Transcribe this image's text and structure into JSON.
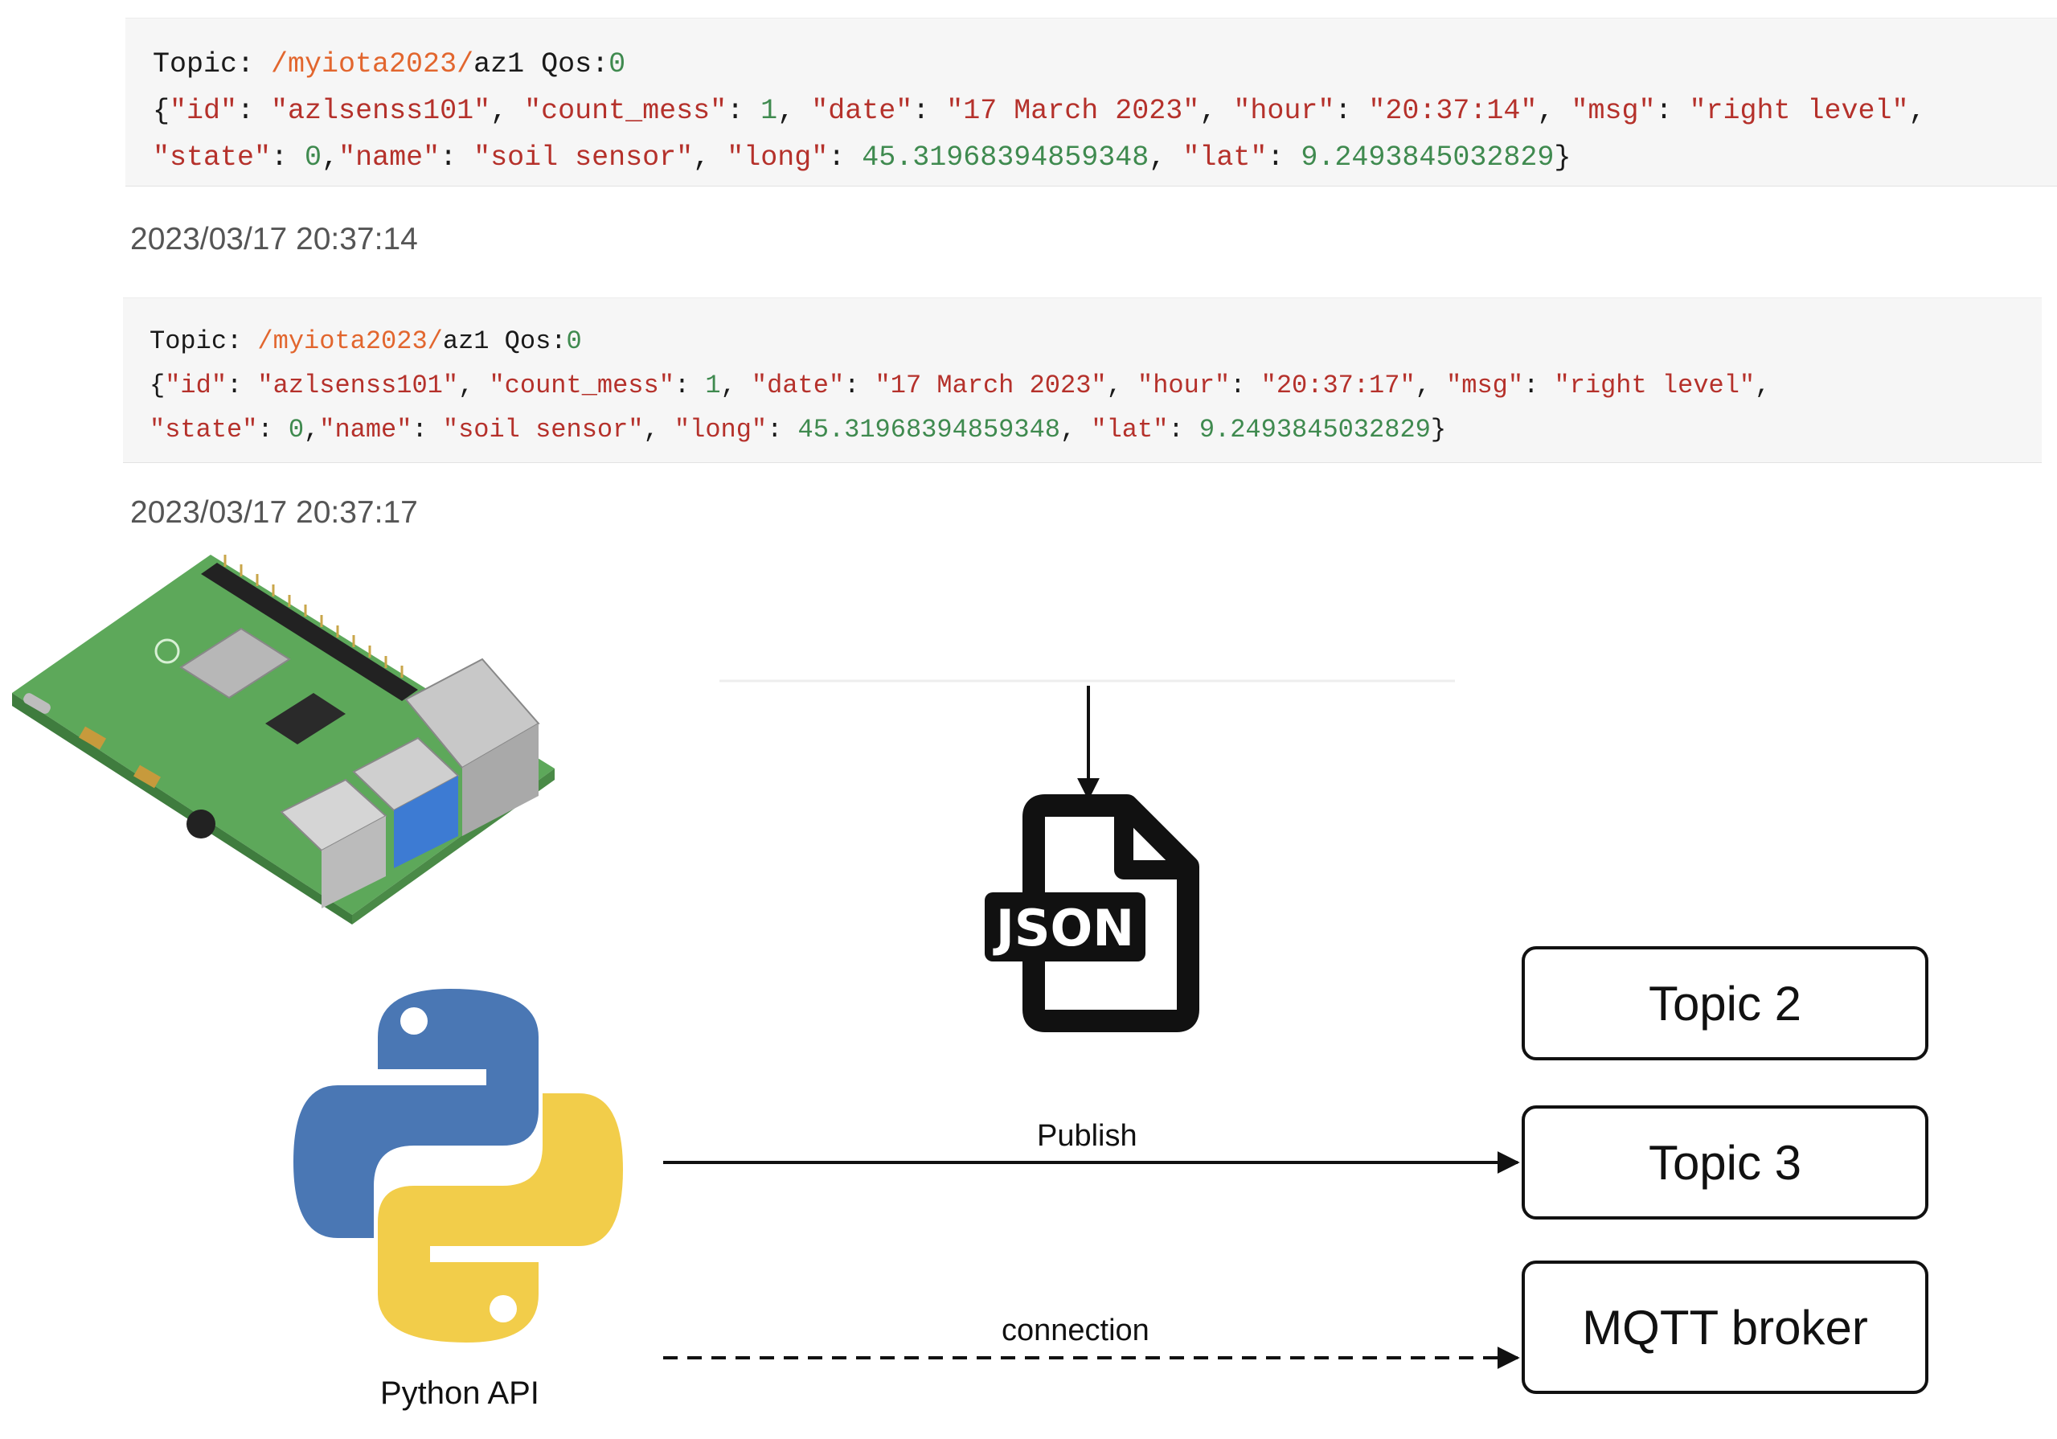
{
  "messages": [
    {
      "topic_label": "Topic: ",
      "topic_path": "/myiota2023/",
      "topic_name": "az1",
      "qos_label": " Qos:",
      "qos_value": "0",
      "line2": [
        {
          "t": "{",
          "c": "plain"
        },
        {
          "t": "\"id\"",
          "c": "str"
        },
        {
          "t": ": ",
          "c": "plain"
        },
        {
          "t": "\"azlsenss101\"",
          "c": "str"
        },
        {
          "t": ", ",
          "c": "plain"
        },
        {
          "t": "\"count_mess\"",
          "c": "str"
        },
        {
          "t": ": ",
          "c": "plain"
        },
        {
          "t": "1",
          "c": "num"
        },
        {
          "t": ", ",
          "c": "plain"
        },
        {
          "t": "\"date\"",
          "c": "str"
        },
        {
          "t": ": ",
          "c": "plain"
        },
        {
          "t": "\"17 March 2023\"",
          "c": "str"
        },
        {
          "t": ", ",
          "c": "plain"
        },
        {
          "t": "\"hour\"",
          "c": "str"
        },
        {
          "t": ": ",
          "c": "plain"
        },
        {
          "t": "\"20:37:14\"",
          "c": "str"
        },
        {
          "t": ", ",
          "c": "plain"
        },
        {
          "t": "\"msg\"",
          "c": "str"
        },
        {
          "t": ": ",
          "c": "plain"
        },
        {
          "t": "\"right level\"",
          "c": "str"
        },
        {
          "t": ",",
          "c": "plain"
        }
      ],
      "line3": [
        {
          "t": "\"state\"",
          "c": "str"
        },
        {
          "t": ": ",
          "c": "plain"
        },
        {
          "t": "0",
          "c": "num"
        },
        {
          "t": ",",
          "c": "plain"
        },
        {
          "t": "\"name\"",
          "c": "str"
        },
        {
          "t": ": ",
          "c": "plain"
        },
        {
          "t": "\"soil sensor\"",
          "c": "str"
        },
        {
          "t": ", ",
          "c": "plain"
        },
        {
          "t": "\"long\"",
          "c": "str"
        },
        {
          "t": ": ",
          "c": "plain"
        },
        {
          "t": "45.31968394859348",
          "c": "num"
        },
        {
          "t": ", ",
          "c": "plain"
        },
        {
          "t": "\"lat\"",
          "c": "str"
        },
        {
          "t": ": ",
          "c": "plain"
        },
        {
          "t": "9.2493845032829",
          "c": "num"
        },
        {
          "t": "}",
          "c": "plain"
        }
      ],
      "timestamp": "2023/03/17 20:37:14"
    },
    {
      "topic_label": "Topic: ",
      "topic_path": "/myiota2023/",
      "topic_name": "az1",
      "qos_label": " Qos:",
      "qos_value": "0",
      "line2": [
        {
          "t": "{",
          "c": "plain"
        },
        {
          "t": "\"id\"",
          "c": "str"
        },
        {
          "t": ": ",
          "c": "plain"
        },
        {
          "t": "\"azlsenss101\"",
          "c": "str"
        },
        {
          "t": ", ",
          "c": "plain"
        },
        {
          "t": "\"count_mess\"",
          "c": "str"
        },
        {
          "t": ": ",
          "c": "plain"
        },
        {
          "t": "1",
          "c": "num"
        },
        {
          "t": ", ",
          "c": "plain"
        },
        {
          "t": "\"date\"",
          "c": "str"
        },
        {
          "t": ": ",
          "c": "plain"
        },
        {
          "t": "\"17 March 2023\"",
          "c": "str"
        },
        {
          "t": ", ",
          "c": "plain"
        },
        {
          "t": "\"hour\"",
          "c": "str"
        },
        {
          "t": ": ",
          "c": "plain"
        },
        {
          "t": "\"20:37:17\"",
          "c": "str"
        },
        {
          "t": ", ",
          "c": "plain"
        },
        {
          "t": "\"msg\"",
          "c": "str"
        },
        {
          "t": ": ",
          "c": "plain"
        },
        {
          "t": "\"right level\"",
          "c": "str"
        },
        {
          "t": ",",
          "c": "plain"
        }
      ],
      "line3": [
        {
          "t": "\"state\"",
          "c": "str"
        },
        {
          "t": ": ",
          "c": "plain"
        },
        {
          "t": "0",
          "c": "num"
        },
        {
          "t": ",",
          "c": "plain"
        },
        {
          "t": "\"name\"",
          "c": "str"
        },
        {
          "t": ": ",
          "c": "plain"
        },
        {
          "t": "\"soil sensor\"",
          "c": "str"
        },
        {
          "t": ", ",
          "c": "plain"
        },
        {
          "t": "\"long\"",
          "c": "str"
        },
        {
          "t": ": ",
          "c": "plain"
        },
        {
          "t": "45.31968394859348",
          "c": "num"
        },
        {
          "t": ", ",
          "c": "plain"
        },
        {
          "t": "\"lat\"",
          "c": "str"
        },
        {
          "t": ": ",
          "c": "plain"
        },
        {
          "t": "9.2493845032829",
          "c": "num"
        },
        {
          "t": "}",
          "c": "plain"
        }
      ],
      "timestamp": "2023/03/17 20:37:17"
    }
  ],
  "diagram": {
    "json_icon_text": "JSON",
    "publish_label": "Publish",
    "connection_label": "connection",
    "python_label": "Python API",
    "topics": [
      "Topic 2",
      "Topic 3"
    ],
    "broker_label": "MQTT broker"
  },
  "icons": {
    "board": "raspberry-pi-board-icon",
    "json": "json-file-icon",
    "python": "python-logo-icon"
  },
  "colors": {
    "topic_path": "#e2662e",
    "string": "#b5312b",
    "number": "#3f8a4f",
    "python_blue": "#4a77b4",
    "python_yellow": "#f2cd4a",
    "board_green": "#5da85a"
  }
}
